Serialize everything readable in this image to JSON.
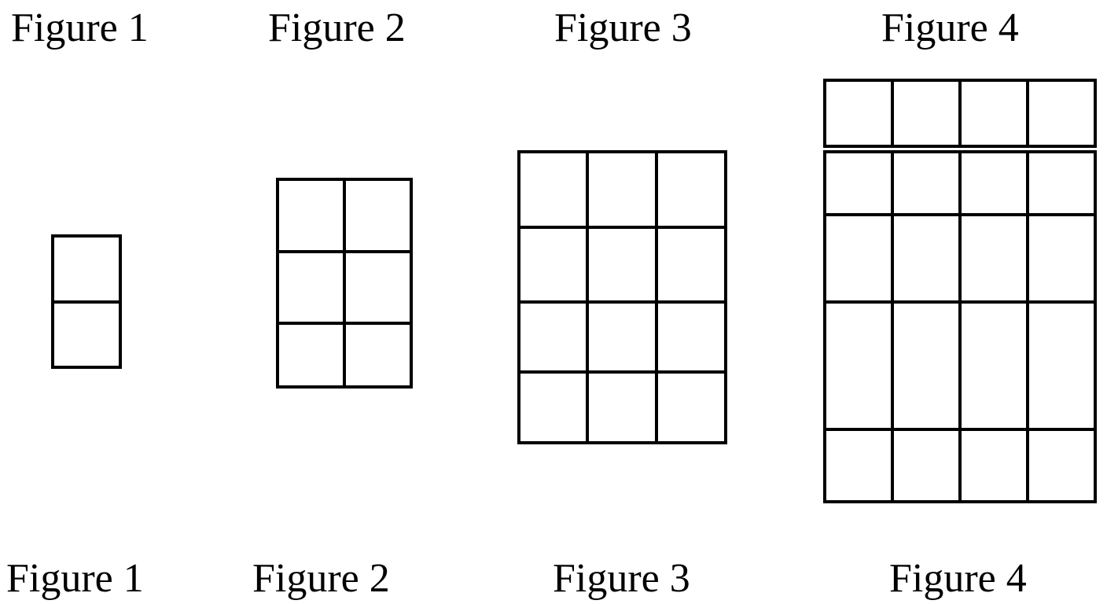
{
  "labels": {
    "top": [
      "Figure 1",
      "Figure 2",
      "Figure 3",
      "Figure 4"
    ],
    "bottom": [
      "Figure 1",
      "Figure 2",
      "Figure 3",
      "Figure 4"
    ]
  },
  "figures": [
    {
      "id": "figure-1",
      "cols": 1,
      "rows": 2
    },
    {
      "id": "figure-2",
      "cols": 2,
      "rows": 3
    },
    {
      "id": "figure-3",
      "cols": 3,
      "rows": 4
    },
    {
      "id": "figure-4",
      "cols": 4,
      "rows": 4,
      "extra_top_rows": 1
    }
  ],
  "colors": {
    "stroke": "#000000",
    "background": "#ffffff"
  }
}
